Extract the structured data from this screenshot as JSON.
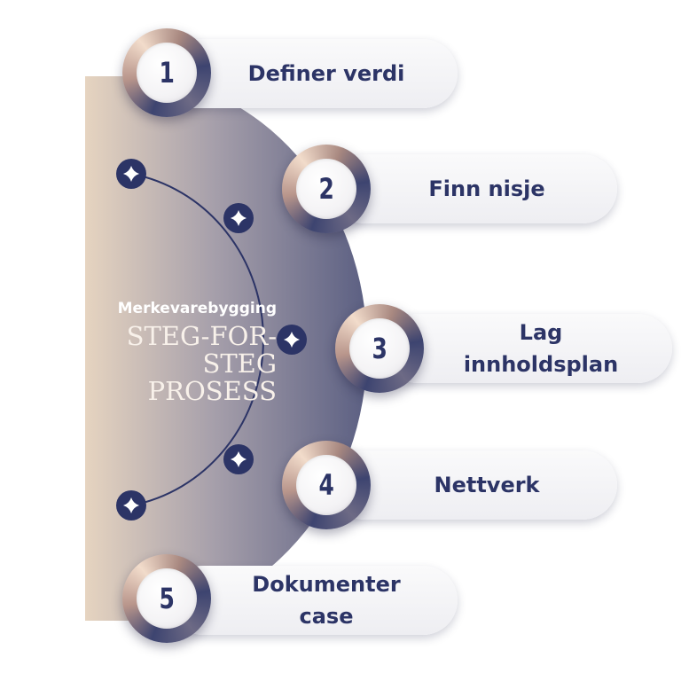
{
  "center": {
    "kicker": "Merkevarebygging",
    "title_lines": [
      "STEG-FOR-",
      "STEG",
      "PROSESS"
    ]
  },
  "steps": [
    {
      "number": "1",
      "label": "Definer verdi"
    },
    {
      "number": "2",
      "label": "Finn nisje"
    },
    {
      "number": "3",
      "label": "Lag\ninnholdsplan"
    },
    {
      "number": "4",
      "label": "Nettverk"
    },
    {
      "number": "5",
      "label": "Dokumenter\ncase"
    }
  ],
  "colors": {
    "navy": "#2c3466",
    "beige": "#e6d4c0",
    "slate": "#5b5f82",
    "white": "#ffffff"
  },
  "icons": {
    "arc_dot": "sparkle-icon"
  }
}
